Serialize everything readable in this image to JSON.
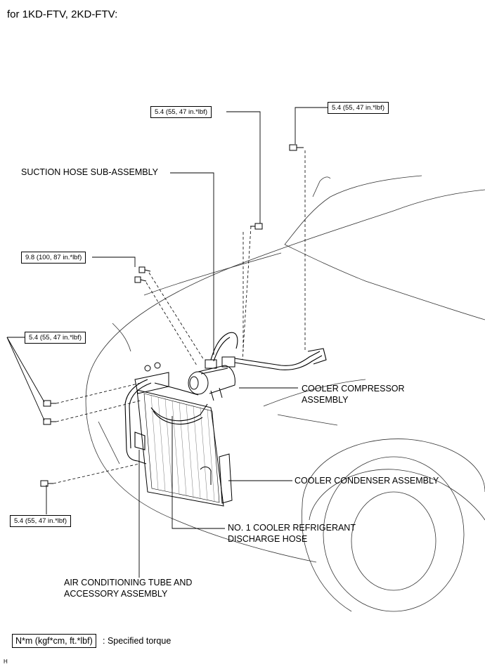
{
  "heading": "for 1KD-FTV, 2KD-FTV:",
  "torque_labels": {
    "compressor_bolt_top": "5.4 (55, 47 in.*lbf)",
    "bracket_bolt_right": "5.4 (55, 47 in.*lbf)",
    "hose_bolt": "9.8 (100, 87 in.*lbf)",
    "condenser_bolts_upper": "5.4 (55, 47 in.*lbf)",
    "condenser_bolt_lower": "5.4 (55, 47 in.*lbf)"
  },
  "part_labels": {
    "suction_hose": "SUCTION HOSE SUB-ASSEMBLY",
    "compressor_line1": "COOLER COMPRESSOR",
    "compressor_line2": "ASSEMBLY",
    "condenser": "COOLER CONDENSER ASSEMBLY",
    "discharge_hose_line1": "NO. 1 COOLER REFRIGERANT",
    "discharge_hose_line2": "DISCHARGE HOSE",
    "ac_tube_line1": "AIR CONDITIONING TUBE AND",
    "ac_tube_line2": "ACCESSORY ASSEMBLY"
  },
  "legend": {
    "symbol": "N*m (kgf*cm, ft.*lbf)",
    "description": ": Specified torque"
  },
  "figure_id": "H"
}
